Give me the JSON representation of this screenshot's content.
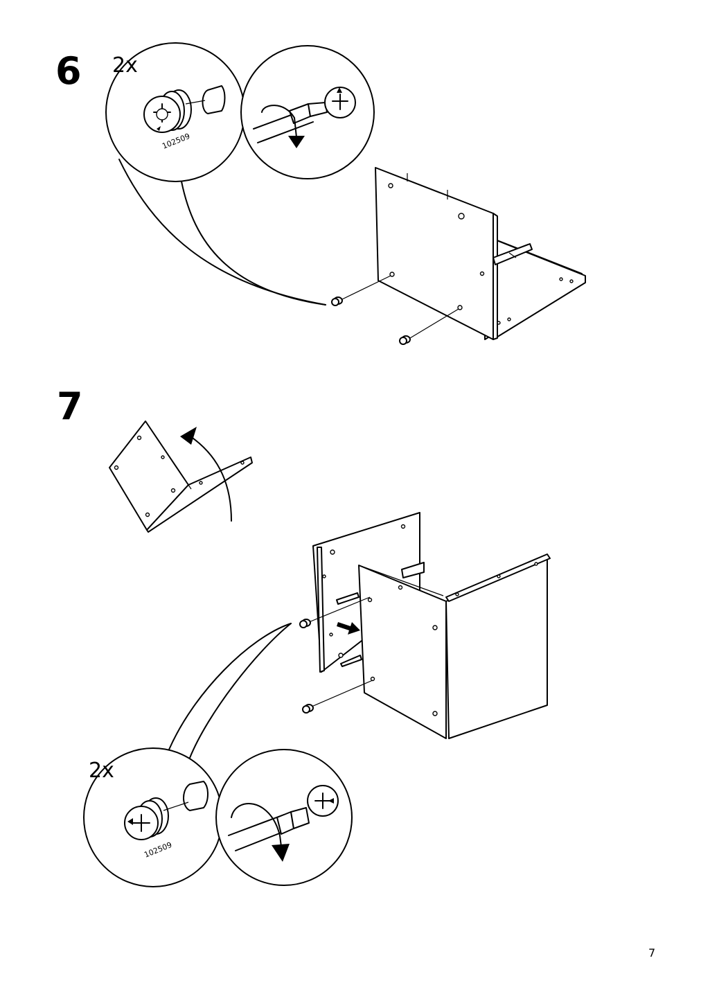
{
  "steps": [
    {
      "number": "6",
      "quantity": "2x",
      "part_number": "102509"
    },
    {
      "number": "7",
      "quantity": "2x",
      "part_number": "102509"
    }
  ],
  "page": {
    "number": "7"
  }
}
